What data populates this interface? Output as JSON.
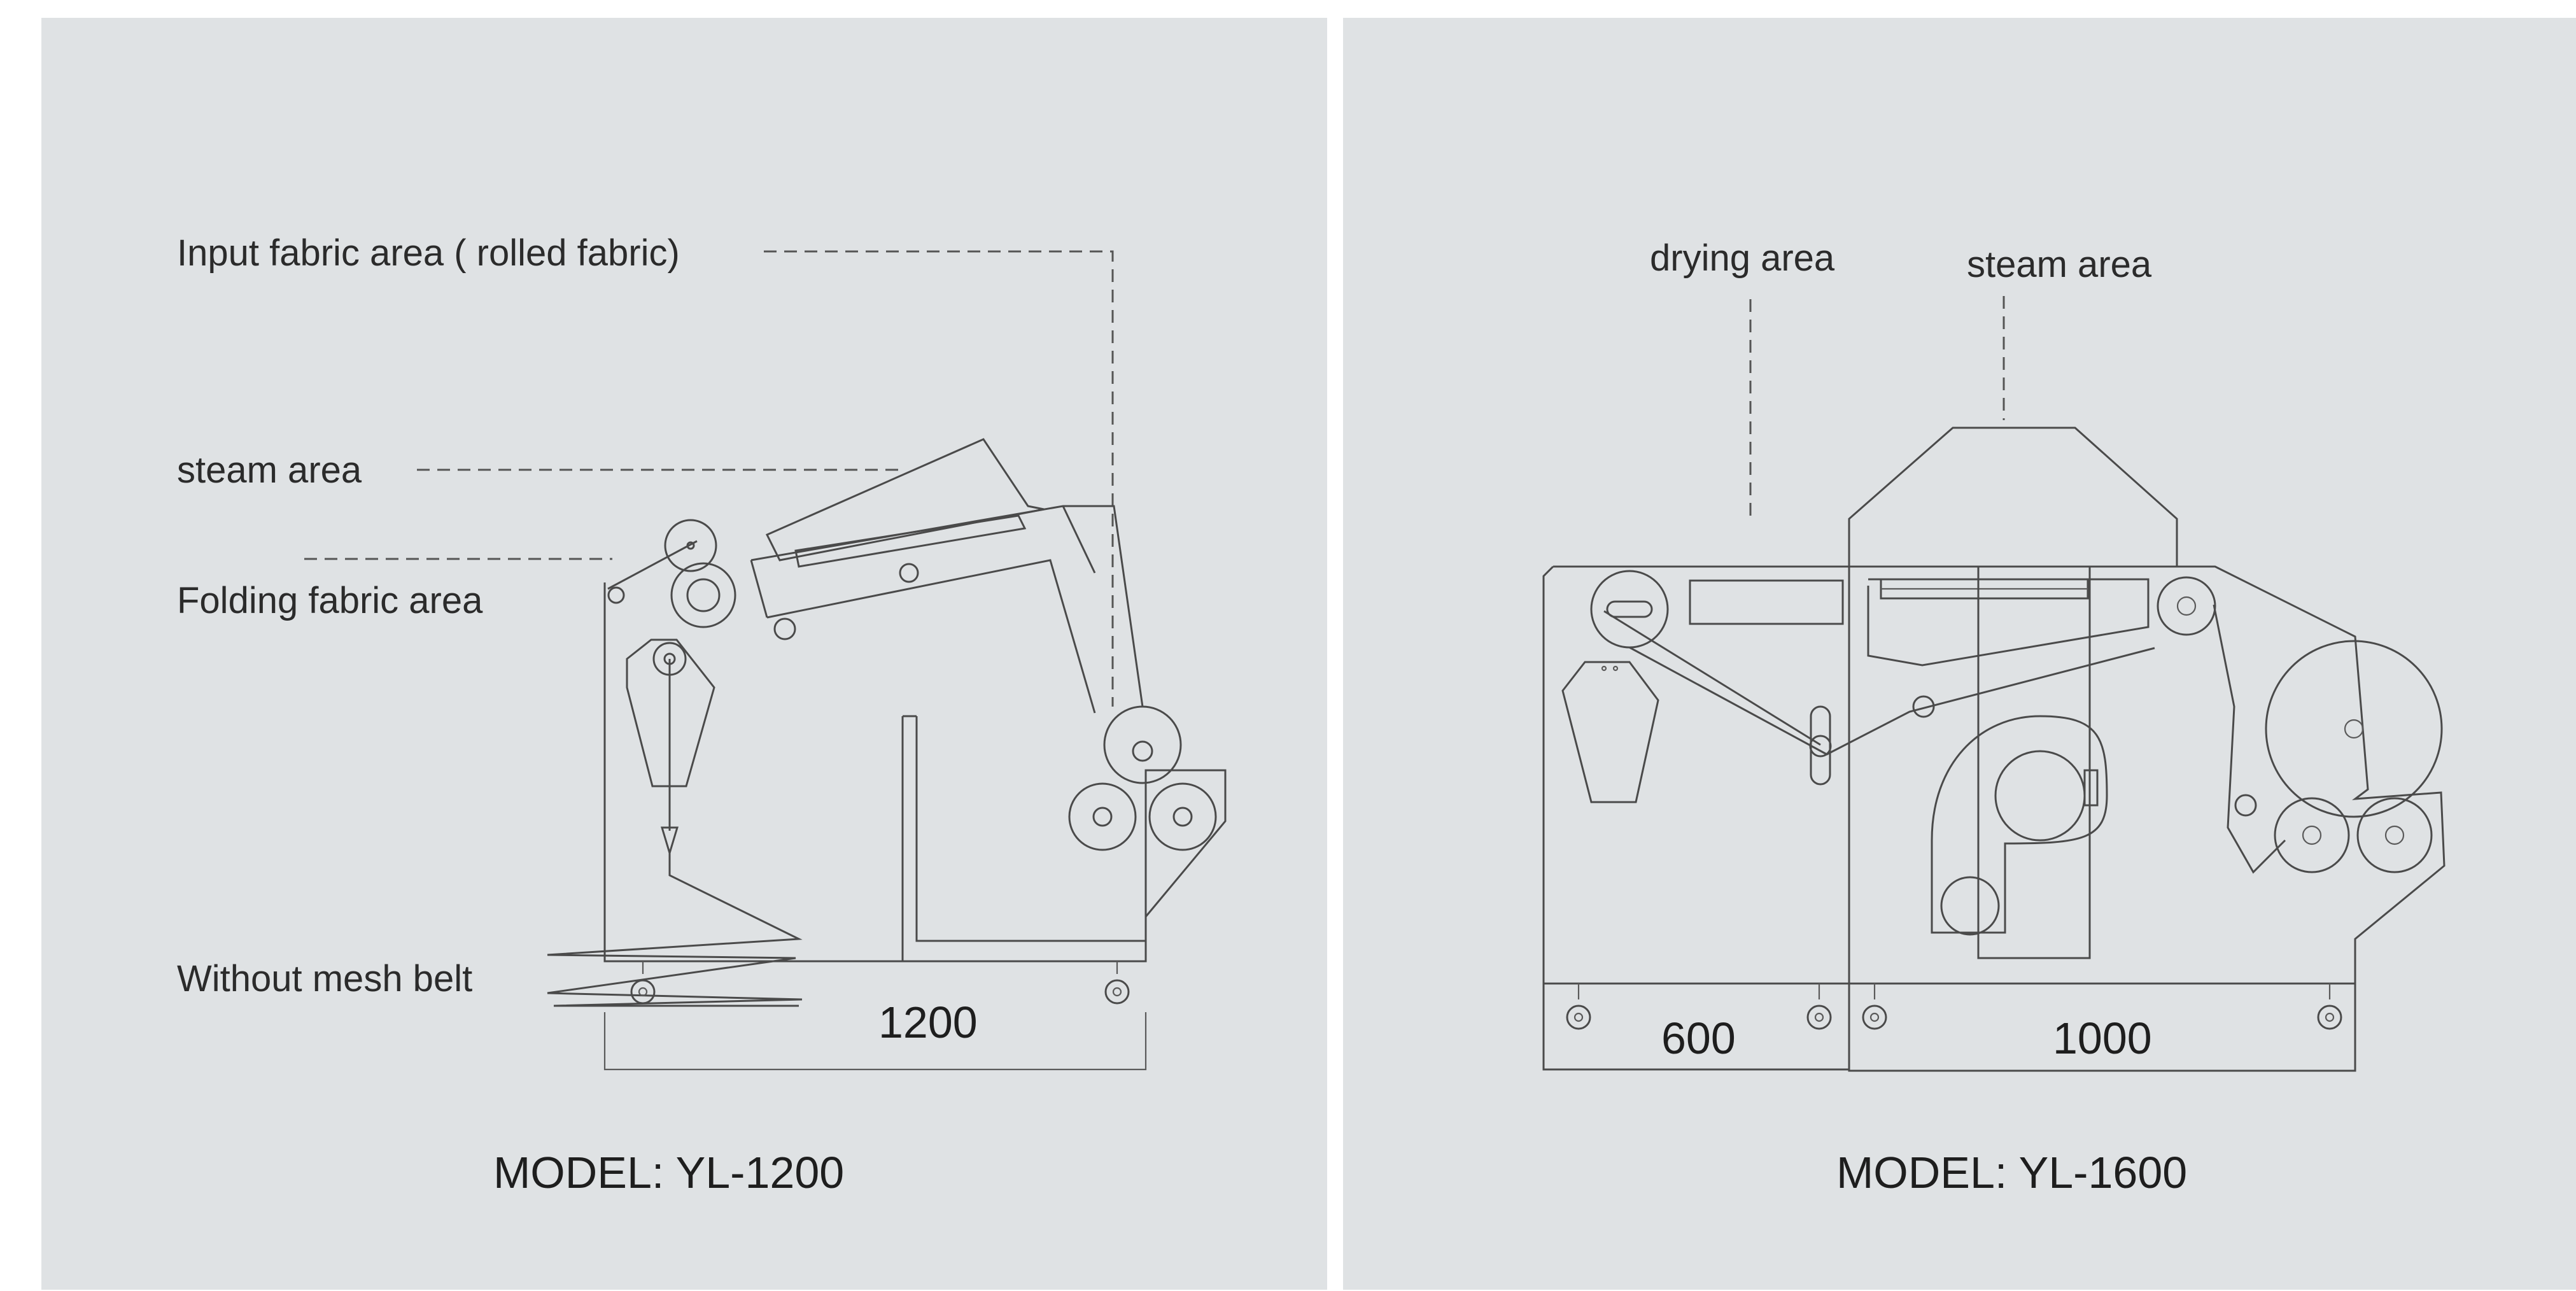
{
  "left_diagram": {
    "labels": {
      "input_fabric": "Input fabric area  ( rolled fabric)",
      "steam": "steam area",
      "folding_fabric": "Folding fabric area",
      "without_mesh_belt": "Without  mesh belt"
    },
    "dimension": "1200",
    "model": "MODEL: YL-1200"
  },
  "right_diagram": {
    "labels": {
      "drying": "drying area",
      "steam": "steam area"
    },
    "dimensions": {
      "left": "600",
      "right": "1000"
    },
    "model": "MODEL: YL-1600"
  },
  "colors": {
    "panel_background": "#dfe2e4",
    "line": "#4a4a4a",
    "text": "#2b2b2b"
  }
}
